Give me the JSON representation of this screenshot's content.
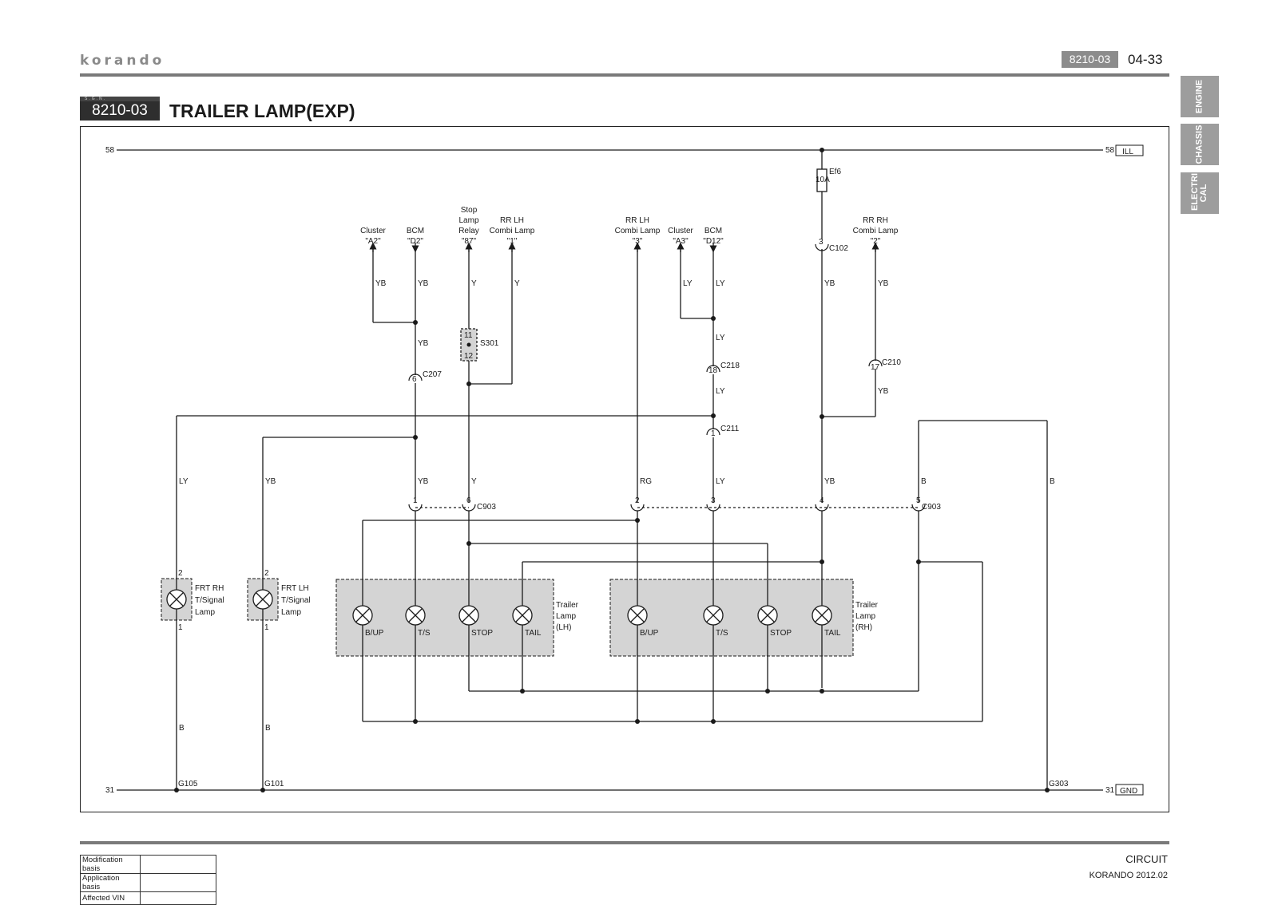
{
  "header": {
    "logo_text": "korando",
    "section_code": "8210-03",
    "page_number": "04-33"
  },
  "side_tabs": [
    "ENGINE",
    "CHASSIS",
    "ELECTRI CAL"
  ],
  "title_block": {
    "sgn": "S.G.N.",
    "code": "8210-03",
    "title": "TRAILER LAMP(EXP)"
  },
  "rails": {
    "top_left": "58",
    "top_right": "58",
    "top_box": "ILL",
    "bottom_left": "31",
    "bottom_right": "31",
    "bottom_box": "GND"
  },
  "fuse": {
    "name": "Ef6",
    "rating": "10A"
  },
  "destinations": {
    "cluster_a2": [
      "Cluster",
      "\"A2\""
    ],
    "bcm_d2": [
      "BCM",
      "\"D2\""
    ],
    "stop_relay": [
      "Stop",
      "Lamp",
      "Relay",
      "\"87\""
    ],
    "rr_lh_combi_1": [
      "RR LH",
      "Combi Lamp",
      "\"1\""
    ],
    "rr_lh_combi_3": [
      "RR LH",
      "Combi Lamp",
      "\"3\""
    ],
    "cluster_a3": [
      "Cluster",
      "\"A3\""
    ],
    "bcm_d12": [
      "BCM",
      "\"D12\""
    ],
    "rr_rh_combi_2": [
      "RR RH",
      "Combi Lamp",
      "\"2\""
    ]
  },
  "connectors": {
    "c207": "C207",
    "c207_pin": "6",
    "c218": "C218",
    "c218_pin": "18",
    "c211": "C211",
    "c211_pin": "1",
    "c102": "C102",
    "c102_pin": "3",
    "c210": "C210",
    "c210_pin": "17",
    "c903": "C903",
    "c903_pins": [
      "1",
      "6",
      "2",
      "3",
      "4",
      "5"
    ],
    "s301": "S301",
    "s301_pins": [
      "11",
      "12"
    ]
  },
  "wire_colors": {
    "yb": "YB",
    "y": "Y",
    "ly": "LY",
    "rg": "RG",
    "b": "B"
  },
  "signal_lamps": {
    "frt_rh": [
      "FRT RH",
      "T/Signal",
      "Lamp"
    ],
    "frt_lh": [
      "FRT LH",
      "T/Signal",
      "Lamp"
    ],
    "pin_top": "2",
    "pin_bottom": "1"
  },
  "trailer_lh": {
    "name": [
      "Trailer",
      "Lamp",
      "(LH)"
    ],
    "bulbs": [
      "B/UP",
      "T/S",
      "STOP",
      "TAIL"
    ]
  },
  "trailer_rh": {
    "name": [
      "Trailer",
      "Lamp",
      "(RH)"
    ],
    "bulbs": [
      "B/UP",
      "T/S",
      "STOP",
      "TAIL"
    ]
  },
  "grounds": {
    "g105": "G105",
    "g101": "G101",
    "g303": "G303"
  },
  "footer": {
    "modification_basis": "Modification basis",
    "application_basis": "Application basis",
    "affected_vin": "Affected VIN",
    "section": "CIRCUIT",
    "model": "KORANDO 2012.02"
  }
}
